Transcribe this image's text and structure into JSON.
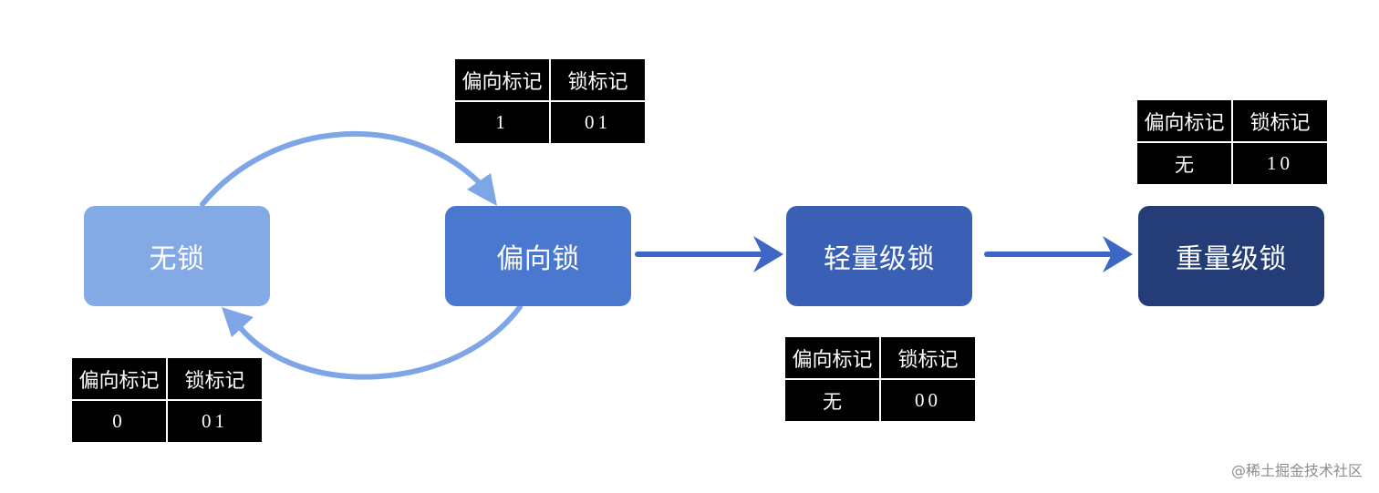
{
  "states": {
    "no_lock": "无锁",
    "biased": "偏向锁",
    "lightweight": "轻量级锁",
    "heavyweight": "重量级锁"
  },
  "tables": {
    "no_lock": {
      "h1": "偏向标记",
      "h2": "锁标记",
      "v1": "0",
      "v2": "01"
    },
    "biased": {
      "h1": "偏向标记",
      "h2": "锁标记",
      "v1": "1",
      "v2": "01"
    },
    "lightweight": {
      "h1": "偏向标记",
      "h2": "锁标记",
      "v1": "无",
      "v2": "00"
    },
    "heavyweight": {
      "h1": "偏向标记",
      "h2": "锁标记",
      "v1": "无",
      "v2": "10"
    }
  },
  "watermark": "@稀土掘金技术社区",
  "colors": {
    "no_lock": "#84aae6",
    "biased": "#4b78cf",
    "lightweight": "#3a60b5",
    "heavyweight": "#243d77",
    "cycle_arrow": "#7ea6e6",
    "forward_arrow": "#3d67c4"
  }
}
